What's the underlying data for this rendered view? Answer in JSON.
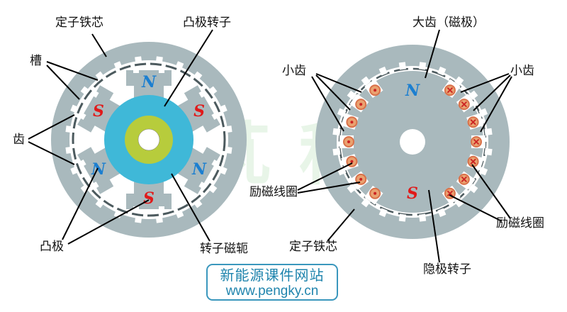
{
  "left_motor": {
    "labels": {
      "stator_core": "定子铁芯",
      "salient_rotor": "凸极转子",
      "slot": "槽",
      "tooth": "齿",
      "salient_pole": "凸极",
      "rotor_yoke": "转子磁轭"
    },
    "poles": [
      "N",
      "S",
      "N",
      "S",
      "N",
      "S"
    ]
  },
  "right_motor": {
    "labels": {
      "big_tooth": "大齿（磁极）",
      "small_tooth_left": "小齿",
      "small_tooth_right": "小齿",
      "field_coil_left": "励磁线圈",
      "field_coil_right": "励磁线圈",
      "stator_core": "定子铁芯",
      "cylindrical_rotor": "隐极转子"
    },
    "poles": [
      "N",
      "S"
    ]
  },
  "watermark": "鹏芃科艺",
  "badge": {
    "line1": "新能源课件网站",
    "line2": "www.pengky.cn"
  },
  "colors": {
    "stator": "#a9b9bd",
    "rotor_yoke": "#3fb8d8",
    "shaft_ring": "#b7cc3c",
    "north": "#1c7fd0",
    "south": "#e01a1a",
    "coil": "#d9714a"
  }
}
